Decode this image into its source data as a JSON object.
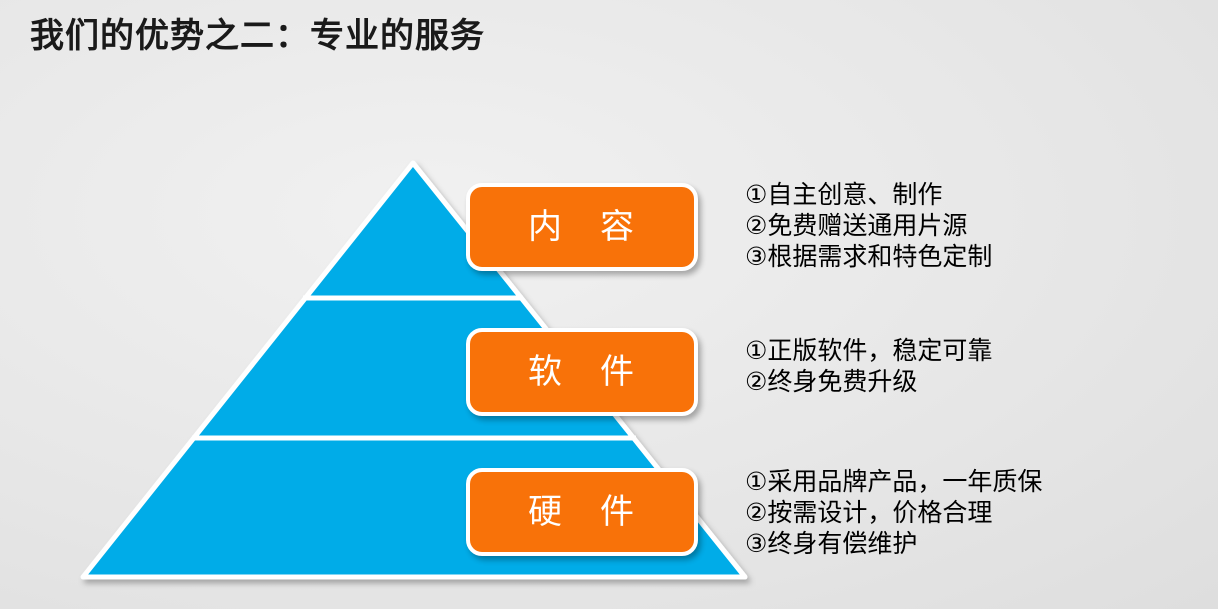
{
  "slide": {
    "title": "我们的优势之二：专业的服务"
  },
  "pyramid": {
    "type": "pyramid-diagram",
    "tier_count": 3,
    "tiers": [
      {
        "label": "内　容",
        "notes": [
          "①自主创意、制作",
          "②免费赠送通用片源",
          "③根据需求和特色定制"
        ]
      },
      {
        "label": "软　件",
        "notes": [
          "①正版软件，稳定可靠",
          "②终身免费升级"
        ]
      },
      {
        "label": "硬　件",
        "notes": [
          "①采用品牌产品，一年质保",
          "②按需设计，价格合理",
          "③终身有偿维护"
        ]
      }
    ]
  },
  "colors": {
    "pyramid_blue": "#00ace8",
    "label_orange": "#f87209",
    "outline_white": "#ffffff",
    "title_text": "#1a1a1a",
    "note_text": "#000000",
    "background_gray": "#e7e7e7"
  }
}
